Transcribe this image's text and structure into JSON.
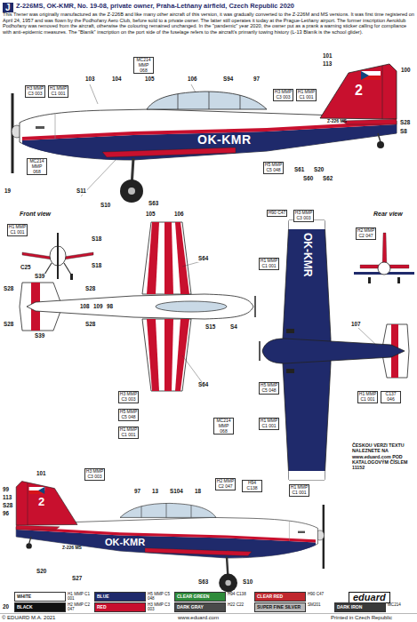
{
  "diagram": {
    "title": "Z-226MS, OK-KMR, No. 19-08, private owner, Praha-Letňany airfield, Czech Republic 2020",
    "caption": "This Trener was originally manufactured as the Z-226B and like many other aircraft of this version, it was gradually converted to the Z-226M and MS versions. It was first time registered on April 24, 1957 and was flown by the Podhořany Aero Club, before sold to a private owner. The latter still operates it today at the Prague-Letňany airport. The former inscription Aeroklub Podhořany was removed from the aircraft, otherwise the colouring remained unchanged. In the \"pandemic\" year 2020, the owner put as a prank a warning sticker calling for compliance with anti-epidemic measures. The \"Blaník\" inscription on the port side of the fuselage refers to the aircraft's primarily towing history (L-13 Blaník is the school glider).",
    "labels": [
      "J",
      "103",
      "104",
      "105",
      "106",
      "S94",
      "97",
      "101",
      "113",
      "100",
      "2",
      "Z-226 MS",
      "OK-KMR",
      "S28",
      "S8",
      "S61",
      "S20",
      "S60",
      "S62",
      "S11",
      "S10",
      "S63",
      "19",
      "MC214 MMP 068",
      "H3 MMP C3 003",
      "H1 MMP C1 001",
      "H3 MMP C3 003",
      "H1 MMP C1 001",
      "H5 MMP C5 048",
      "MC214 MMP 068",
      "Front view",
      "H1 MMP C1 001",
      "S18",
      "S18",
      "C25",
      "105",
      "106",
      "S64",
      "S28",
      "S39",
      "S28",
      "S39",
      "S28",
      "109",
      "108",
      "98",
      "S28",
      "S15",
      "S4",
      "S64",
      "H3 MMP C3 003",
      "H5 MMP C5 048",
      "H1 MMP C1 001",
      "MC214 MMP 068",
      "OK-KMR",
      "107",
      "H90 C47",
      "H3 MMP C3 003",
      "H1 MMP C1 001",
      "H5 MMP C5 048",
      "H1 MMP C1 001",
      "C137 046",
      "H1 MMP C1 001",
      "Rear view",
      "H2 MMP C2 047",
      "ČESKOU VERZI TEXTU NALEZNETE NA www.eduard.com POD KATALOGOVÝM ČÍSLEM 11152",
      "101",
      "99",
      "113",
      "S28",
      "96",
      "2",
      "Z-226 MS",
      "OK-KMR",
      "97",
      "13",
      "S104",
      "18",
      "H2 MMP C2 047",
      "H94 C138",
      "S20",
      "S27",
      "S63",
      "S10",
      "H3 MMP C3 003",
      "H1 MMP C1 001",
      "H1 MMP C1 001",
      "H5 MMP C5 048",
      "H94 C138",
      "H90 C47",
      "H2 MMP C2 047",
      "H3 MMP C3 003",
      "H22 C22",
      "SM201",
      "MC214",
      "eduard",
      "20",
      "© EDUARD M.A. 2021",
      "www.eduard.com",
      "Printed in Czech Republic"
    ],
    "legend": [
      {
        "text": "WHITE",
        "color": "#ffffff"
      },
      {
        "text": "BLUE",
        "color": "#1f2a6b"
      },
      {
        "text": "CLEAR GREEN",
        "color": "#2e8b3a"
      },
      {
        "text": "CLEAR RED",
        "color": "#c0272d"
      },
      {
        "text": "BLACK",
        "color": "#111111"
      },
      {
        "text": "RED",
        "color": "#c8102e"
      },
      {
        "text": "DARK GRAY",
        "color": "#4a4a4a"
      },
      {
        "text": "SUPER FINE SILVER",
        "color": "#b8b8b8"
      },
      {
        "text": "DARK IRON",
        "color": "#3a3a3a"
      }
    ]
  }
}
